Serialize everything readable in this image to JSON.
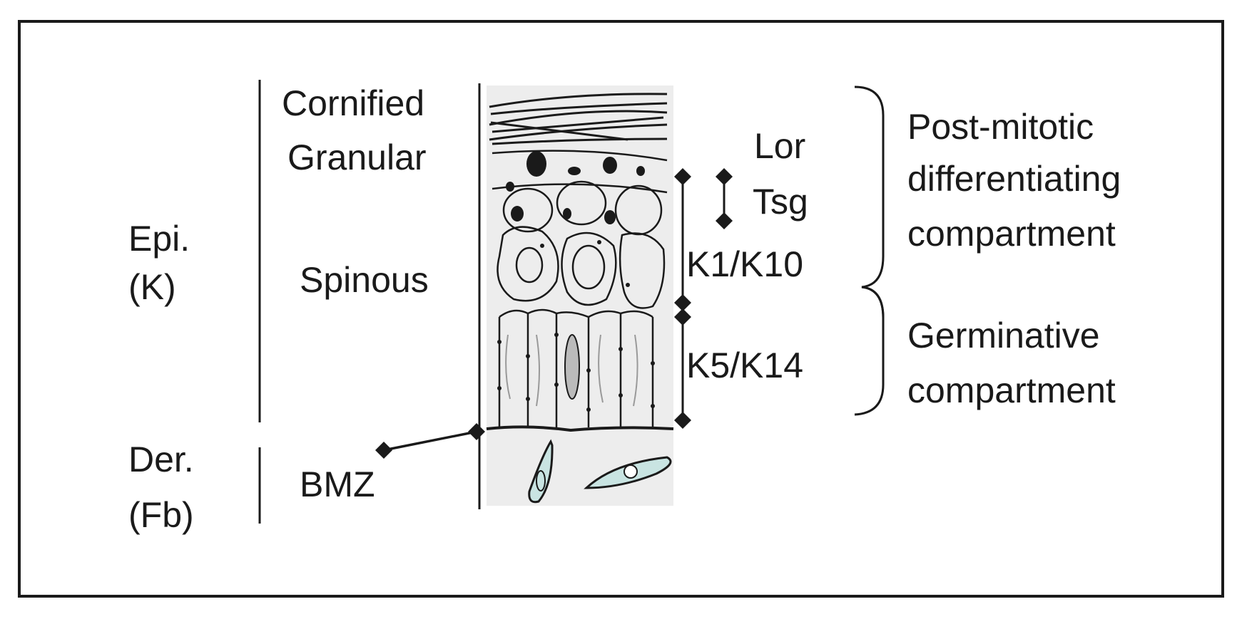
{
  "tissue": {
    "epidermis_label": [
      "Epi.",
      "(K)"
    ],
    "dermis_label": [
      "Der.",
      "(Fb)"
    ]
  },
  "layers": {
    "cornified": "Cornified",
    "granular": "Granular",
    "spinous": "Spinous",
    "bmz": "BMZ"
  },
  "markers": {
    "lor": "Lor",
    "tsg": "Tsg",
    "k1k10": "K1/K10",
    "k5k14": "K5/K14"
  },
  "compartments": {
    "post_mitotic": [
      "Post-mitotic",
      "differentiating",
      "compartment"
    ],
    "germinative": [
      "Germinative",
      "compartment"
    ]
  },
  "colors": {
    "ink": "#1a1a1a",
    "tissue_background": "#ededed",
    "fibroblast_fill": "#c9e4e2"
  }
}
